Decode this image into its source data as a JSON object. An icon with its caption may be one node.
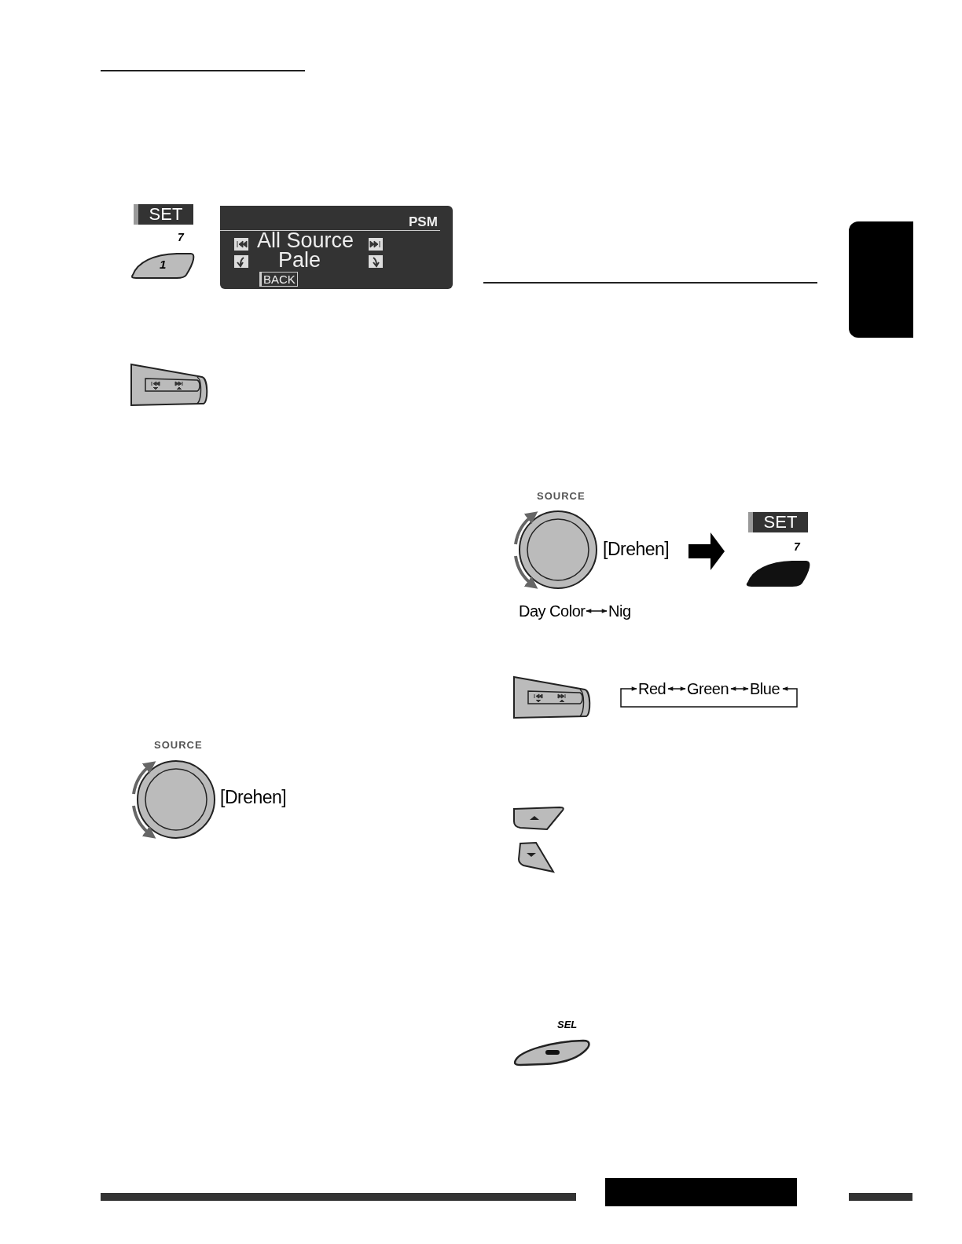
{
  "diagram": {
    "nodes": [
      {
        "text": [
          "SOURCE"
        ],
        "beside": [
          "[Drehen]"
        ]
      },
      {
        "text": [
          "SET",
          "7"
        ]
      },
      {
        "text": [
          "Day Color"
        ]
      },
      {
        "text": [
          "Nig"
        ]
      },
      {
        "text": [
          "Red"
        ]
      },
      {
        "text": [
          "Green"
        ]
      },
      {
        "text": [
          "Blue"
        ]
      },
      {
        "text": [],
        "shape": "box"
      }
    ],
    "edges": [
      {
        "from": 0,
        "to": 1,
        "arrow": "to",
        "style": "thick"
      },
      {
        "from": 2,
        "to": 3,
        "arrow": "both"
      },
      {
        "from": 4,
        "to": 5,
        "arrow": "both"
      },
      {
        "from": 5,
        "to": 6,
        "arrow": "both"
      },
      {
        "from": 6,
        "to": 4,
        "arrow": "both"
      }
    ],
    "labels": [
      "SET",
      "7",
      "1",
      "PSM",
      "All Source",
      "Pale",
      "BACK",
      "SOURCE",
      "[Drehen]",
      "SEL"
    ]
  }
}
